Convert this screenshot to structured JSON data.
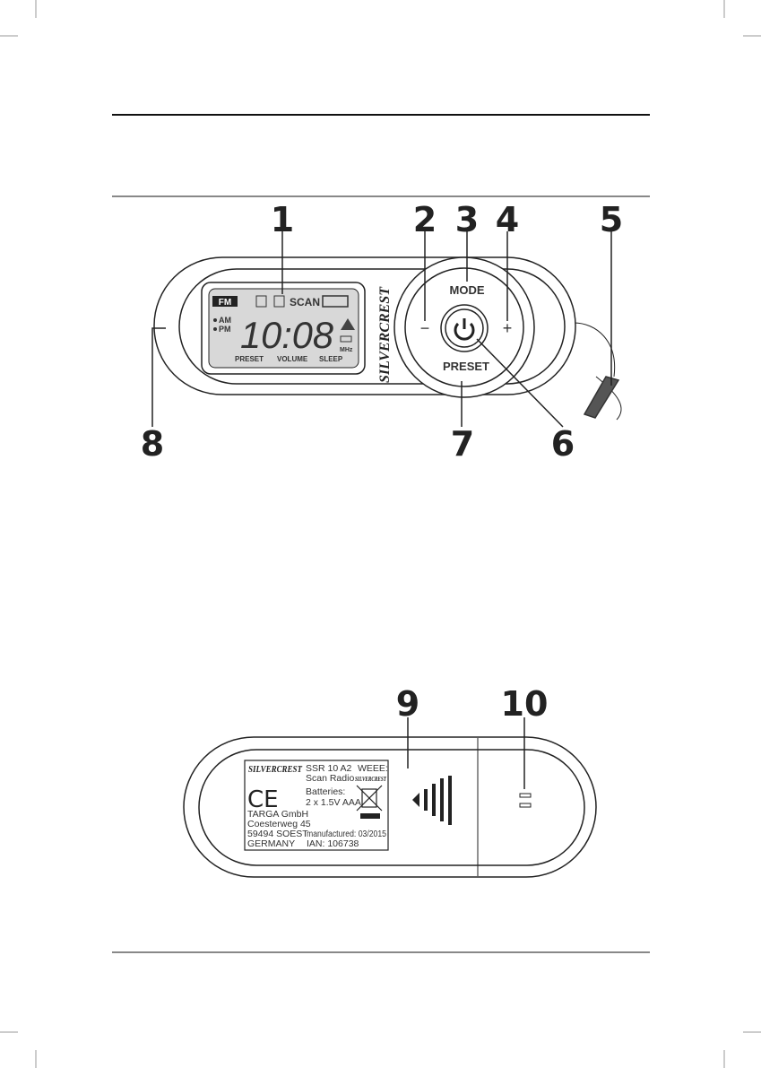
{
  "callouts": {
    "n1": "1",
    "n2": "2",
    "n3": "3",
    "n4": "4",
    "n5": "5",
    "n6": "6",
    "n7": "7",
    "n8": "8",
    "n9": "9",
    "n10": "10"
  },
  "front": {
    "lcd": {
      "band": "FM",
      "scan": "SCAN",
      "am": "AM",
      "pm": "PM",
      "time": "10:08",
      "mhz": "MHz",
      "preset": "PRESET",
      "volume": "VOLUME",
      "sleep": "SLEEP"
    },
    "brand": "SILVERCREST",
    "mode_label": "MODE",
    "minus_label": "−",
    "plus_label": "+",
    "preset_label": "PRESET"
  },
  "back": {
    "label": {
      "brand": "SILVERCREST",
      "model": "SSR 10 A2",
      "type": "Scan Radio",
      "weee": "WEEE:",
      "weee_brand": "SILVERCREST",
      "ce": "CE",
      "batteries": "Batteries:",
      "battery_spec": "2 x 1.5V AAA",
      "company": "TARGA GmbH",
      "street": "Coesterweg 45",
      "city": "59494 SOEST",
      "country": "GERMANY",
      "manufactured": "manufactured: 03/2015",
      "ian": "IAN: 106738"
    }
  }
}
